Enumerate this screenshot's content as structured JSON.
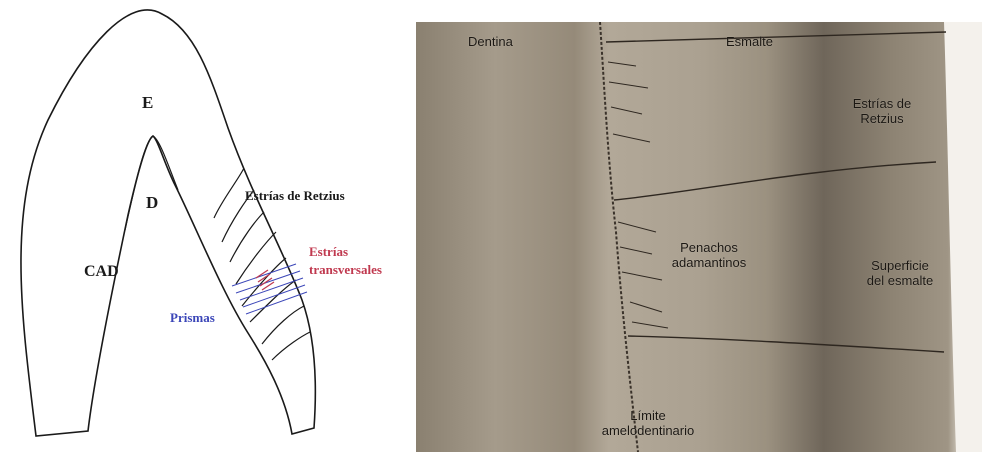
{
  "diagram": {
    "labels": {
      "enamel": "E",
      "dentin": "D",
      "cad": "CAD",
      "retzius": "Estrías de Retzius",
      "transverse_line1": "Estrías",
      "transverse_line2": "transversales",
      "prisms": "Prismas"
    },
    "colors": {
      "outline": "#1a1a1a",
      "transverse": "#c0394f",
      "prisms": "#3b46b8"
    }
  },
  "photo": {
    "labels": {
      "dentina": "Dentina",
      "esmalte": "Esmalte",
      "retzius_line1": "Estrías de",
      "retzius_line2": "Retzius",
      "penachos_line1": "Penachos",
      "penachos_line2": "adamantinos",
      "superficie_line1": "Superficie",
      "superficie_line2": "del esmalte",
      "limite_line1": "Límite",
      "limite_line2": "amelodentinario"
    }
  }
}
